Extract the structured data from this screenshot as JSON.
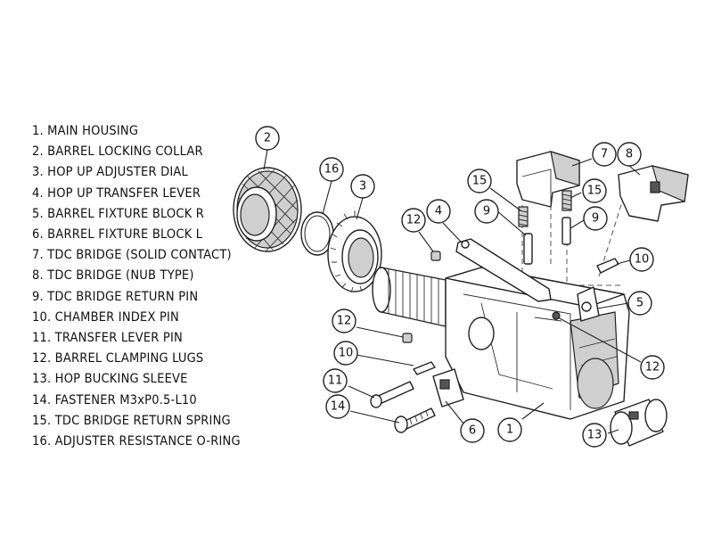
{
  "legend": [
    "1. MAIN HOUSING",
    "2. BARREL LOCKING COLLAR",
    "3. HOP UP ADJUSTER DIAL",
    "4. HOP UP TRANSFER LEVER",
    "5. BARREL FIXTURE BLOCK R",
    "6. BARREL FIXTURE BLOCK L",
    "7. TDC BRIDGE (SOLID CONTACT)",
    "8. TDC BRIDGE (NUB TYPE)",
    "9. TDC BRIDGE RETURN PIN",
    "10. CHAMBER INDEX PIN",
    "11. TRANSFER LEVER PIN",
    "12. BARREL CLAMPING LUGS",
    "13. HOP BUCKING SLEEVE",
    "14. FASTENER M3xP0.5-L10",
    "15. TDC BRIDGE RETURN SPRING",
    "16. ADJUSTER RESISTANCE O-RING"
  ],
  "callouts": [
    "2",
    "16",
    "3",
    "12",
    "4",
    "9",
    "15",
    "7",
    "8",
    "15",
    "9",
    "10",
    "5",
    "12",
    "10",
    "11",
    "14",
    "12",
    "6",
    "1",
    "13"
  ]
}
